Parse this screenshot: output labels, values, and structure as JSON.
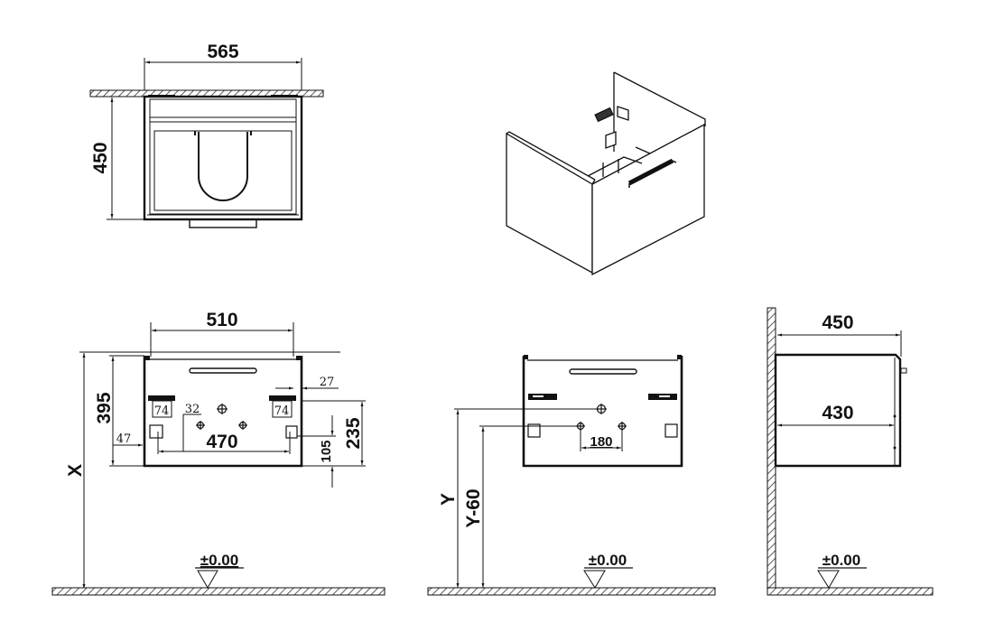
{
  "drawing": {
    "title": "Vanity unit with drawer - dimensional drawing",
    "units": "mm",
    "colors": {
      "line": "#111111",
      "background": "#ffffff",
      "hatch": "#333333"
    }
  },
  "views": {
    "top": {
      "width_label": "565",
      "depth_label": "450"
    },
    "isometric": {
      "description": "3D view of wall-hung cabinet with drawer handle and mounting brackets"
    },
    "front": {
      "width_label": "510",
      "height_label": "395",
      "side_offset_label": "27",
      "bracket_left_label": "74",
      "bracket_right_label": "74",
      "offset_32_label": "32",
      "offset_47_label": "47",
      "hole_spacing_label": "470",
      "hole_height_label": "235",
      "hole_bottom_label": "105",
      "height_from_floor_label": "X",
      "floor_level_label": "±0.00"
    },
    "rear": {
      "pipe_height_label": "Y",
      "pipe_height_lower_label": "Y-60",
      "pipe_spacing_label": "180",
      "floor_level_label": "±0.00"
    },
    "side": {
      "outer_depth_label": "450",
      "inner_depth_label": "430",
      "floor_level_label": "±0.00"
    }
  }
}
